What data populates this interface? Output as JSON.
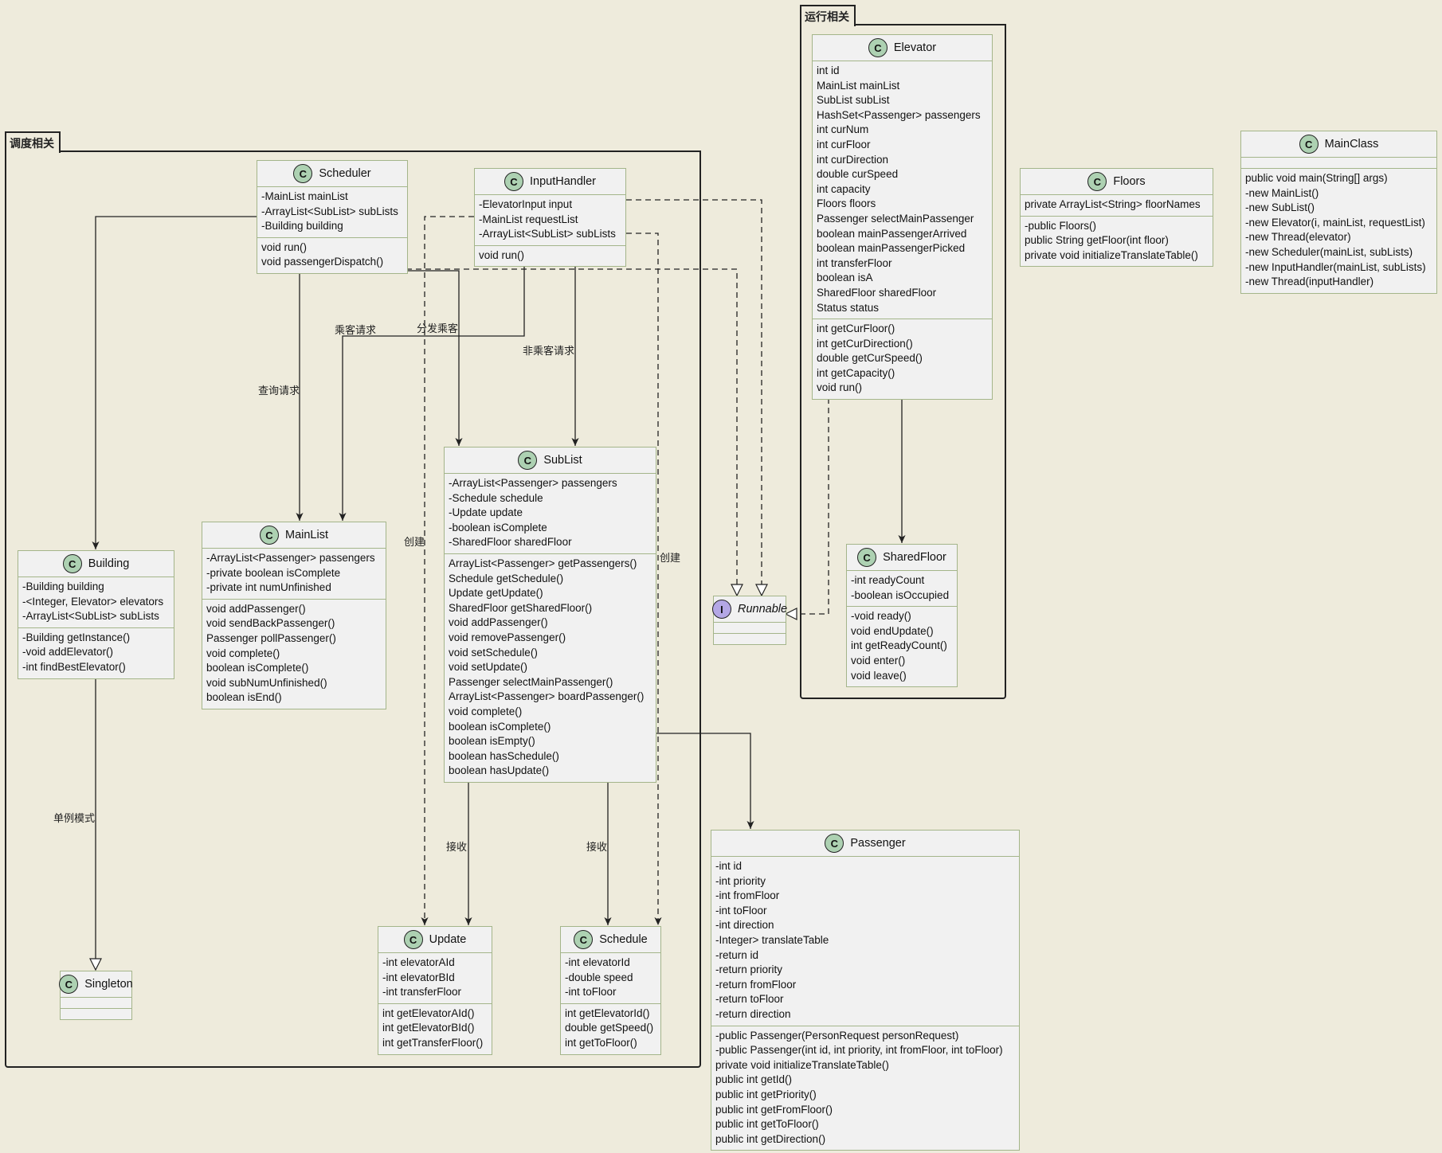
{
  "packages": {
    "dispatch": "调度相关",
    "runtime": "运行相关"
  },
  "classes": {
    "scheduler": {
      "name": "Scheduler",
      "fields": [
        "-MainList mainList",
        "-ArrayList<SubList> subLists",
        "-Building building"
      ],
      "methods": [
        "void run()",
        "void passengerDispatch()"
      ]
    },
    "inputhandler": {
      "name": "InputHandler",
      "fields": [
        "-ElevatorInput input",
        "-MainList requestList",
        "-ArrayList<SubList> subLists"
      ],
      "methods": [
        "void run()"
      ]
    },
    "sublist": {
      "name": "SubList",
      "fields": [
        "-ArrayList<Passenger> passengers",
        "-Schedule schedule",
        "-Update update",
        "-boolean isComplete",
        "-SharedFloor sharedFloor"
      ],
      "methods": [
        "ArrayList<Passenger> getPassengers()",
        "Schedule getSchedule()",
        "Update getUpdate()",
        "SharedFloor getSharedFloor()",
        "void addPassenger()",
        "void removePassenger()",
        "void setSchedule()",
        "void setUpdate()",
        "Passenger selectMainPassenger()",
        "ArrayList<Passenger> boardPassenger()",
        "void complete()",
        "boolean isComplete()",
        "boolean isEmpty()",
        "boolean hasSchedule()",
        "boolean hasUpdate()"
      ]
    },
    "mainlist": {
      "name": "MainList",
      "fields": [
        "-ArrayList<Passenger> passengers",
        "-private boolean isComplete",
        "-private int numUnfinished"
      ],
      "methods": [
        "void addPassenger()",
        "void sendBackPassenger()",
        "Passenger pollPassenger()",
        "void complete()",
        "boolean isComplete()",
        "void subNumUnfinished()",
        "boolean isEnd()"
      ]
    },
    "building": {
      "name": "Building",
      "fields": [
        "-Building building",
        "-<Integer, Elevator> elevators",
        "-ArrayList<SubList> subLists"
      ],
      "methods": [
        "-Building getInstance()",
        "-void addElevator()",
        "-int findBestElevator()"
      ]
    },
    "singleton": {
      "name": "Singleton"
    },
    "update": {
      "name": "Update",
      "fields": [
        "-int elevatorAId",
        "-int elevatorBId",
        "-int transferFloor"
      ],
      "methods": [
        "int getElevatorAId()",
        "int getElevatorBId()",
        "int getTransferFloor()"
      ]
    },
    "schedule": {
      "name": "Schedule",
      "fields": [
        "-int elevatorId",
        "-double speed",
        "-int toFloor"
      ],
      "methods": [
        "int getElevatorId()",
        "double getSpeed()",
        "int getToFloor()"
      ]
    },
    "runnable": {
      "name": "Runnable"
    },
    "elevator": {
      "name": "Elevator",
      "fields": [
        "int id",
        "MainList mainList",
        "SubList subList",
        "HashSet<Passenger> passengers",
        "int curNum",
        "int curFloor",
        "int curDirection",
        "double curSpeed",
        "int capacity",
        "Floors floors",
        "Passenger selectMainPassenger",
        "boolean mainPassengerArrived",
        "boolean mainPassengerPicked",
        "int transferFloor",
        "boolean isA",
        "SharedFloor sharedFloor",
        "Status status"
      ],
      "methods": [
        "int getCurFloor()",
        "int getCurDirection()",
        "double getCurSpeed()",
        "int getCapacity()",
        "void run()"
      ]
    },
    "sharedfloor": {
      "name": "SharedFloor",
      "fields": [
        "-int readyCount",
        "-boolean isOccupied"
      ],
      "methods": [
        "-void ready()",
        "void endUpdate()",
        "int getReadyCount()",
        "void enter()",
        "void leave()"
      ]
    },
    "floors": {
      "name": "Floors",
      "fields": [
        "private ArrayList<String> floorNames"
      ],
      "methods": [
        "-public Floors()",
        "public String getFloor(int floor)",
        "private void initializeTranslateTable()"
      ]
    },
    "mainclass": {
      "name": "MainClass",
      "fields": [],
      "methods": [
        "public void main(String[] args)",
        "-new MainList()",
        "-new SubList()",
        "-new Elevator(i, mainList, requestList)",
        "-new Thread(elevator)",
        "-new Scheduler(mainList, subLists)",
        "-new InputHandler(mainList, subLists)",
        "-new Thread(inputHandler)"
      ]
    },
    "passenger": {
      "name": "Passenger",
      "fields": [
        "-int id",
        "-int priority",
        "-int fromFloor",
        "-int toFloor",
        "-int direction",
        "-Integer> translateTable",
        "-return id",
        "-return priority",
        "-return fromFloor",
        "-return toFloor",
        "-return direction"
      ],
      "methods": [
        "-public Passenger(PersonRequest personRequest)",
        "-public Passenger(int id, int priority, int fromFloor, int toFloor)",
        "private void initializeTranslateTable()",
        "public int getId()",
        "public int getPriority()",
        "public int getFromFloor()",
        "public int getToFloor()",
        "public int getDirection()"
      ]
    }
  },
  "edge_labels": {
    "query": "查询请求",
    "passenger_request": "乘客请求",
    "dispatch_passenger": "分发乘客",
    "non_passenger_request": "非乘客请求",
    "create_left": "创建",
    "create_right": "创建",
    "singleton_mode": "单例模式",
    "receive_left": "接收",
    "receive_right": "接收"
  },
  "colors": {
    "background": "#eeebdc",
    "class_fill": "#f1f1f1",
    "class_border": "#a4b58a",
    "class_badge": "#add1b2",
    "interface_badge": "#b4a7e5",
    "line": "#222222"
  }
}
